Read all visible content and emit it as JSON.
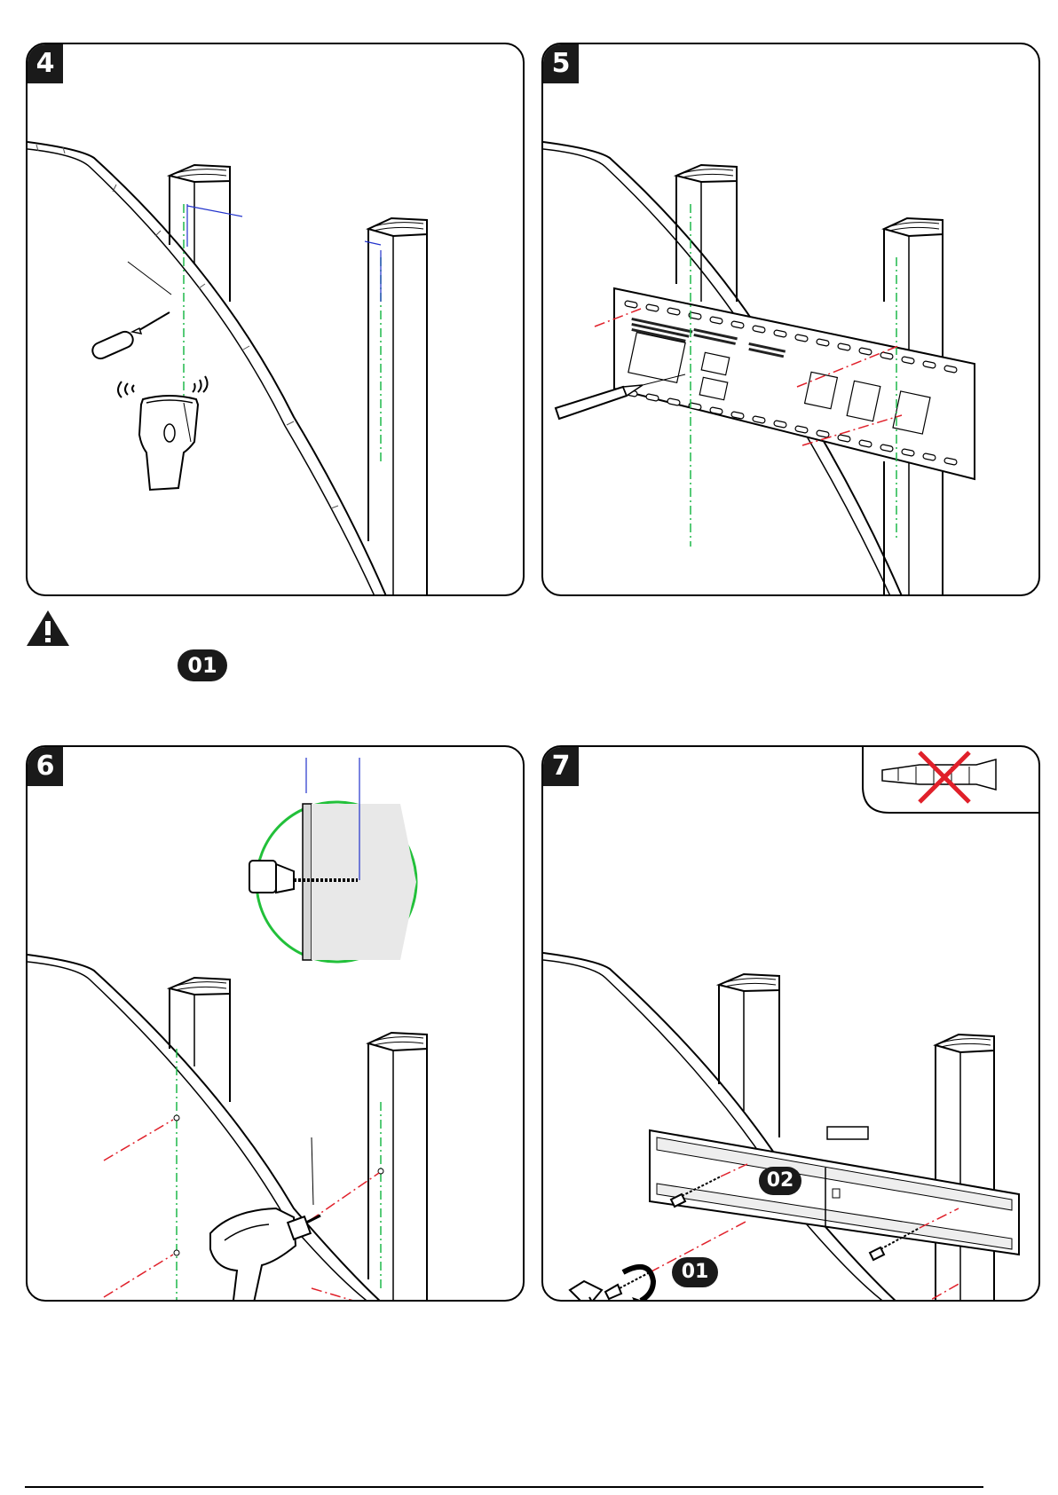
{
  "steps": [
    {
      "number": "4"
    },
    {
      "number": "5"
    },
    {
      "number": "6"
    },
    {
      "number": "7"
    }
  ],
  "warning": {
    "icon": "warning-triangle-icon",
    "part": "01"
  },
  "step7": {
    "parts": [
      "02",
      "01"
    ]
  },
  "colors": {
    "stroke": "#000000",
    "center_line": "#1fb84a",
    "mark_line": "#e0202a",
    "dimension": "#2233cc",
    "zoom_circle": "#22c03a",
    "prohibit": "#e0202a"
  }
}
